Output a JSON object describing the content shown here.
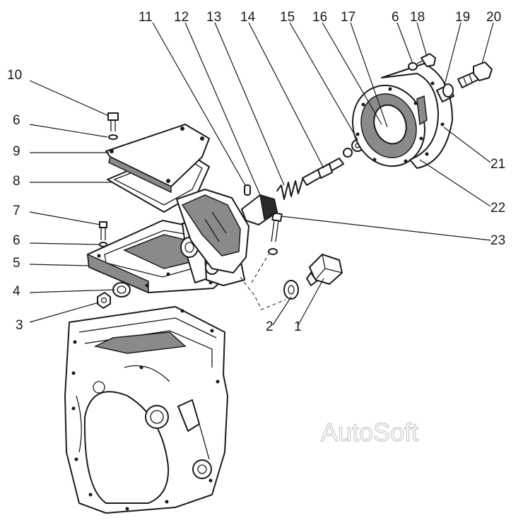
{
  "diagram": {
    "callouts": [
      {
        "id": "1",
        "text": "1"
      },
      {
        "id": "2",
        "text": "2"
      },
      {
        "id": "3",
        "text": "3"
      },
      {
        "id": "4",
        "text": "4"
      },
      {
        "id": "5",
        "text": "5"
      },
      {
        "id": "6a",
        "text": "6"
      },
      {
        "id": "7",
        "text": "7"
      },
      {
        "id": "8",
        "text": "8"
      },
      {
        "id": "9",
        "text": "9"
      },
      {
        "id": "6b",
        "text": "6"
      },
      {
        "id": "10",
        "text": "10"
      },
      {
        "id": "11",
        "text": "11"
      },
      {
        "id": "12",
        "text": "12"
      },
      {
        "id": "13",
        "text": "13"
      },
      {
        "id": "14",
        "text": "14"
      },
      {
        "id": "15",
        "text": "15"
      },
      {
        "id": "16",
        "text": "16"
      },
      {
        "id": "17",
        "text": "17"
      },
      {
        "id": "6c",
        "text": "6"
      },
      {
        "id": "18",
        "text": "18"
      },
      {
        "id": "19",
        "text": "19"
      },
      {
        "id": "20",
        "text": "20"
      },
      {
        "id": "21",
        "text": "21"
      },
      {
        "id": "22",
        "text": "22"
      },
      {
        "id": "23",
        "text": "23"
      }
    ],
    "watermark": "AutoSoft"
  }
}
